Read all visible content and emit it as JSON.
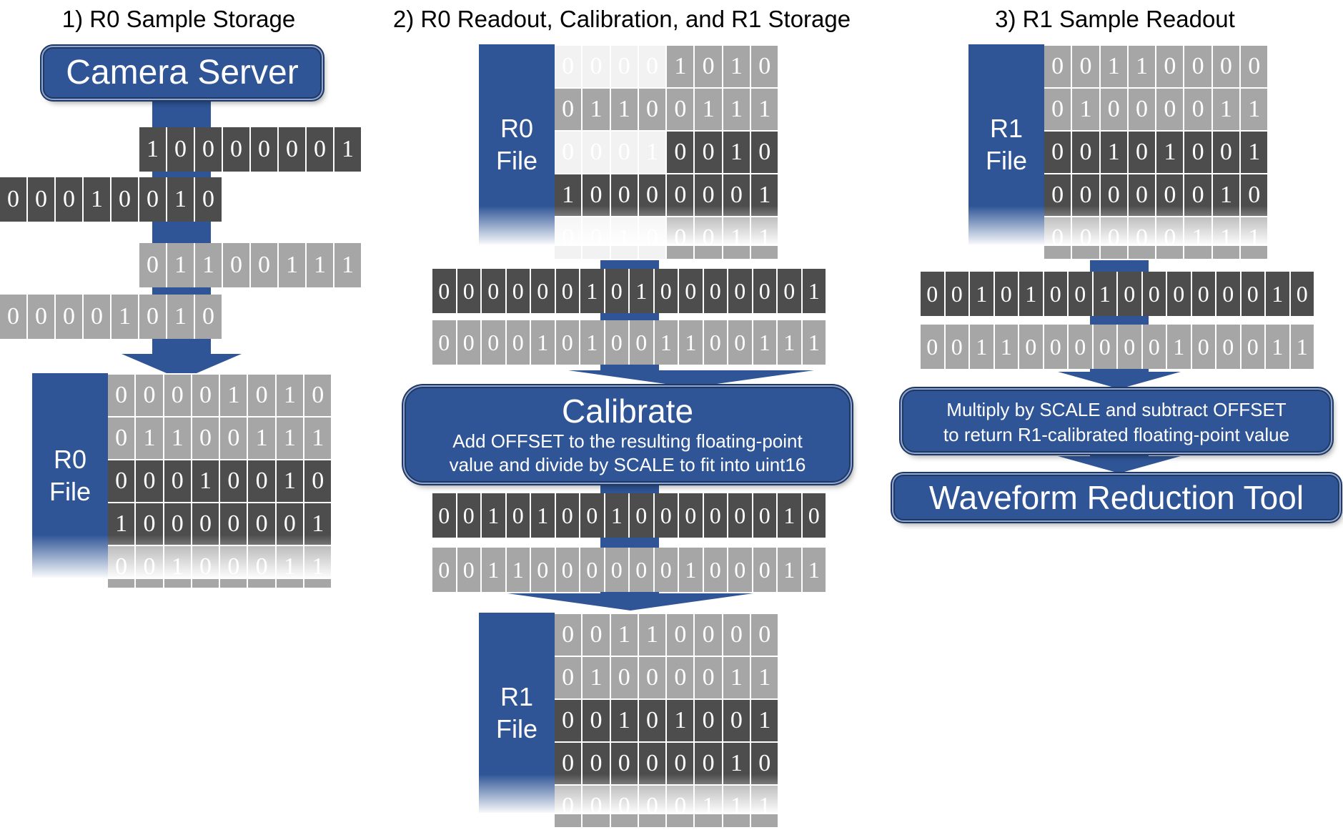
{
  "titles": {
    "step1": "1) R0 Sample Storage",
    "step2": "2) R0 Readout, Calibration, and R1 Storage",
    "step3": "3) R1 Sample Readout"
  },
  "boxes": {
    "camera_server": "Camera Server",
    "calibrate_title": "Calibrate",
    "calibrate_line1": "Add OFFSET to the resulting floating-point",
    "calibrate_line2": "value and divide by SCALE to fit into uint16",
    "multiply_line1": "Multiply by SCALE and subtract OFFSET",
    "multiply_line2": "to return R1-calibrated floating-point value",
    "waveform_tool": "Waveform Reduction Tool"
  },
  "file_labels": {
    "r0_line1": "R0",
    "r1_line1": "R1",
    "line2": "File"
  },
  "colors": {
    "accent": "#2f5597",
    "dark_cell": "#4d4d4d",
    "light_cell": "#a6a6a6",
    "pale_cell": "#f2f2f2"
  },
  "step1_stream": {
    "byte1": "10000001",
    "byte2": "00010010",
    "byte3": "01100111",
    "byte4": "00001010"
  },
  "r0_file_step1": {
    "rows": [
      "00001010",
      "01100111",
      "00010010",
      "10000001",
      "00100011"
    ]
  },
  "r0_file_step2": {
    "rows": [
      "00001010",
      "01100111",
      "00010010",
      "10000001",
      "00100011"
    ]
  },
  "step2_words": {
    "word1": "0000001010000001",
    "word2": "0000101001100111",
    "word3": "0010100100000010",
    "word4": "0011000000100011"
  },
  "r1_file_step2": {
    "rows": [
      "00110000",
      "01000011",
      "00101001",
      "00000010",
      "00000111"
    ]
  },
  "r1_file_step3": {
    "rows": [
      "00110000",
      "01000011",
      "00101001",
      "00000010",
      "00000111"
    ]
  },
  "step3_words": {
    "word1": "0010100100000010",
    "word2": "0011000000100011"
  }
}
